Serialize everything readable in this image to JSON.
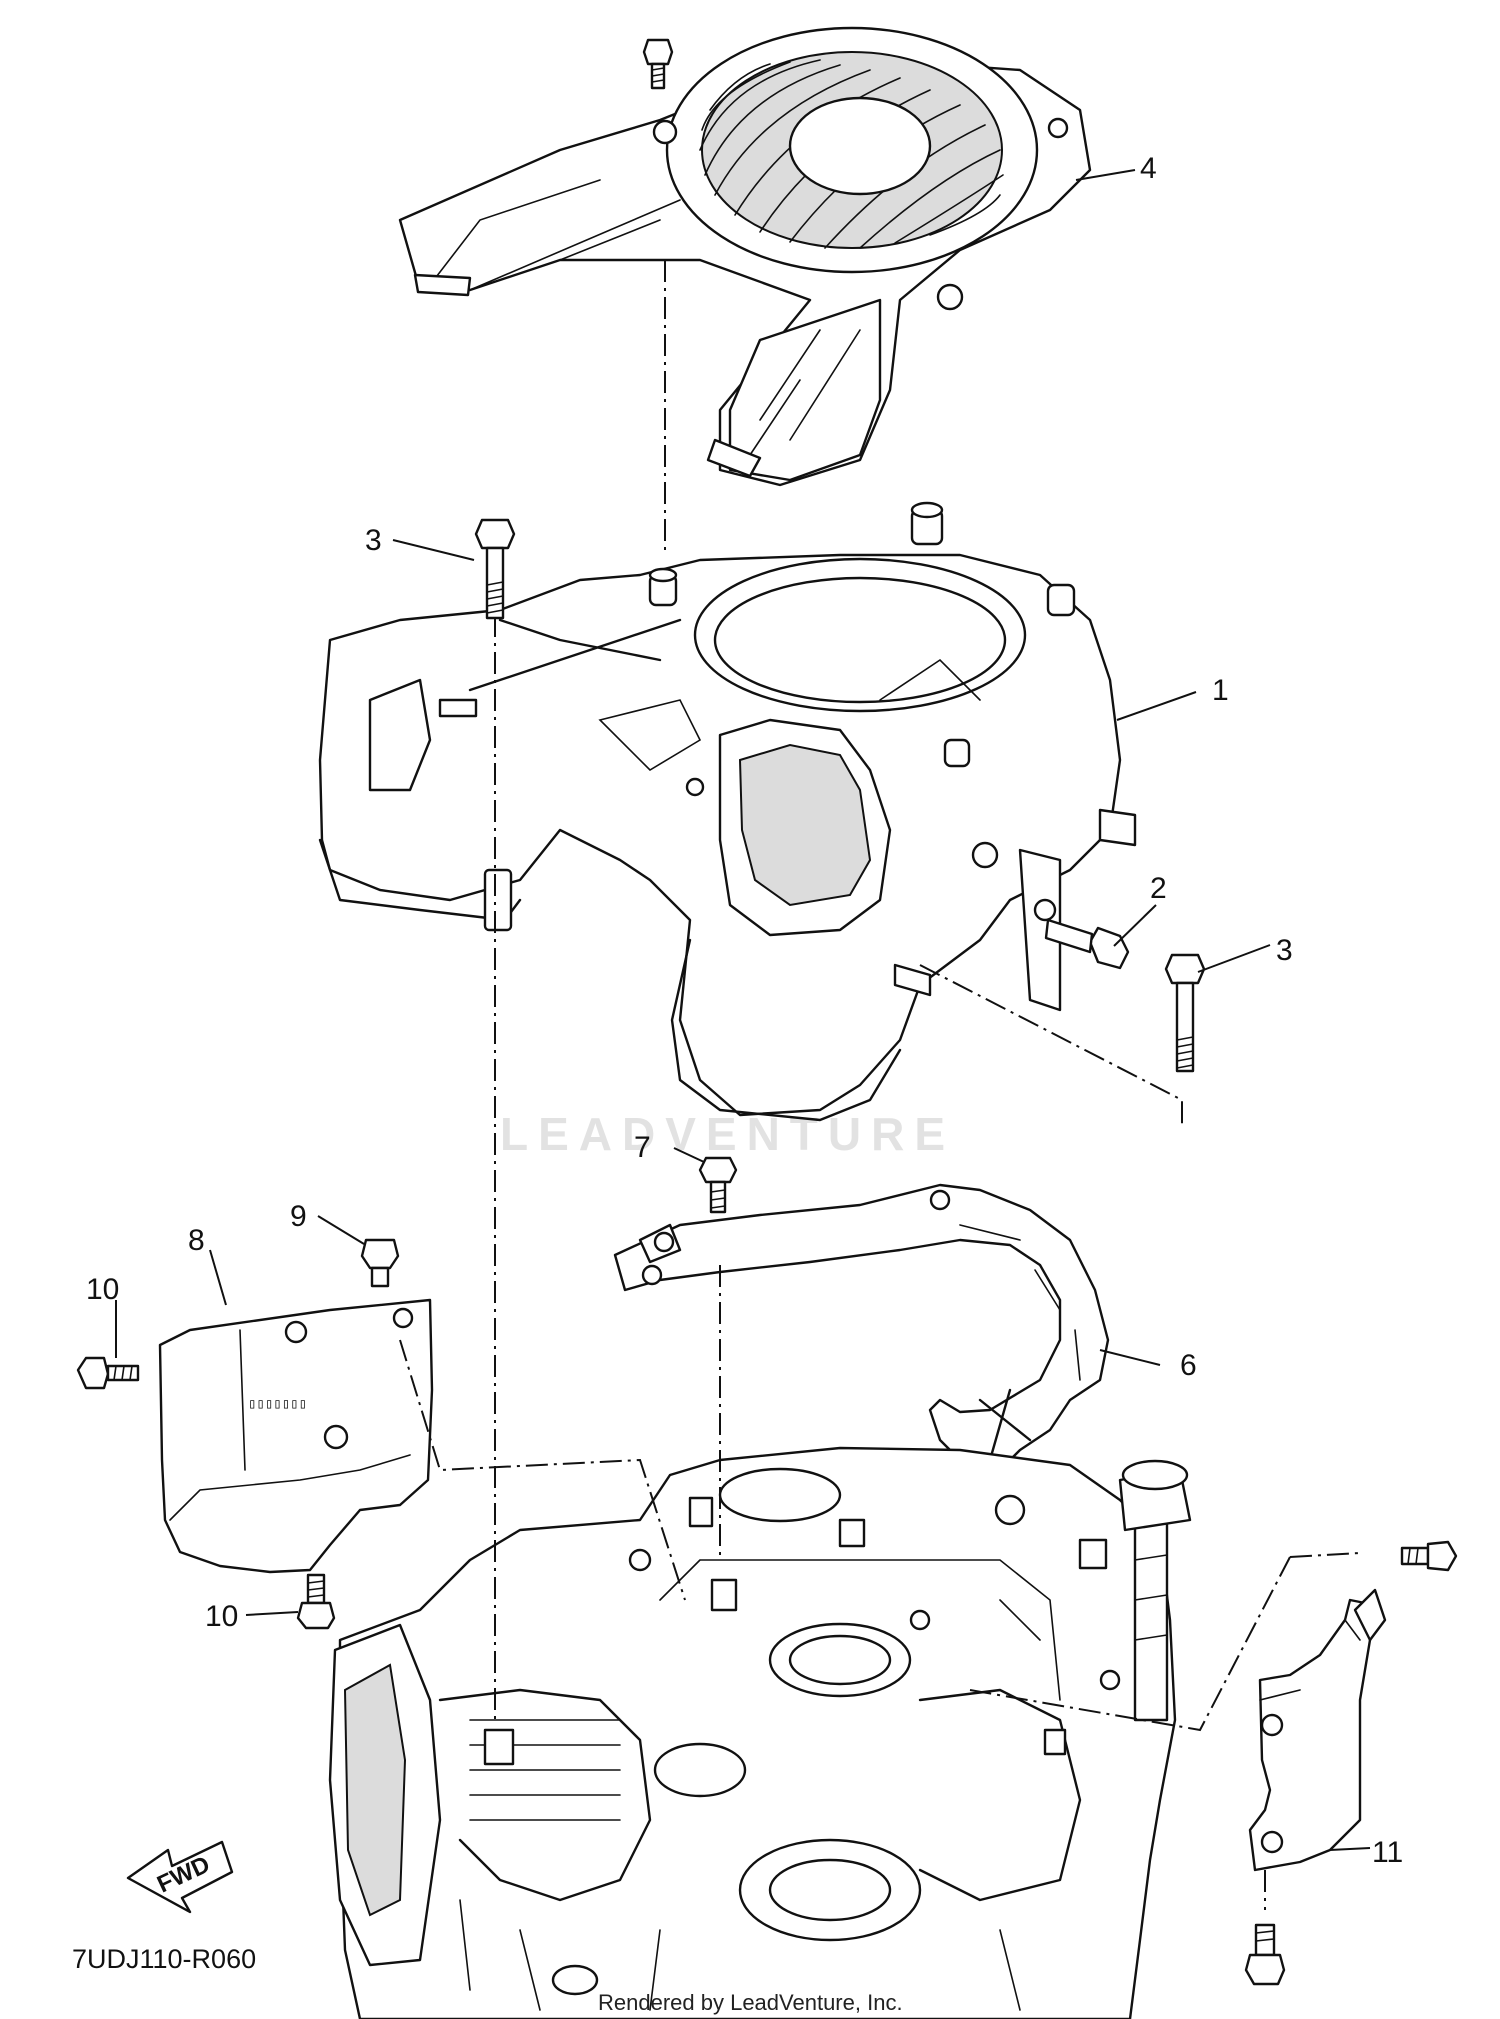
{
  "callouts": [
    {
      "id": "1",
      "label": "1"
    },
    {
      "id": "2",
      "label": "2"
    },
    {
      "id": "3a",
      "label": "3"
    },
    {
      "id": "3b",
      "label": "3"
    },
    {
      "id": "4",
      "label": "4"
    },
    {
      "id": "6",
      "label": "6"
    },
    {
      "id": "7",
      "label": "7"
    },
    {
      "id": "8",
      "label": "8"
    },
    {
      "id": "9",
      "label": "9"
    },
    {
      "id": "10a",
      "label": "10"
    },
    {
      "id": "10b",
      "label": "10"
    },
    {
      "id": "11",
      "label": "11"
    }
  ],
  "watermark": "LEADVENTURE",
  "fwd_label": "FWD",
  "diagram_code": "7UDJ110-R060",
  "credit": "Rendered by LeadVenture, Inc."
}
